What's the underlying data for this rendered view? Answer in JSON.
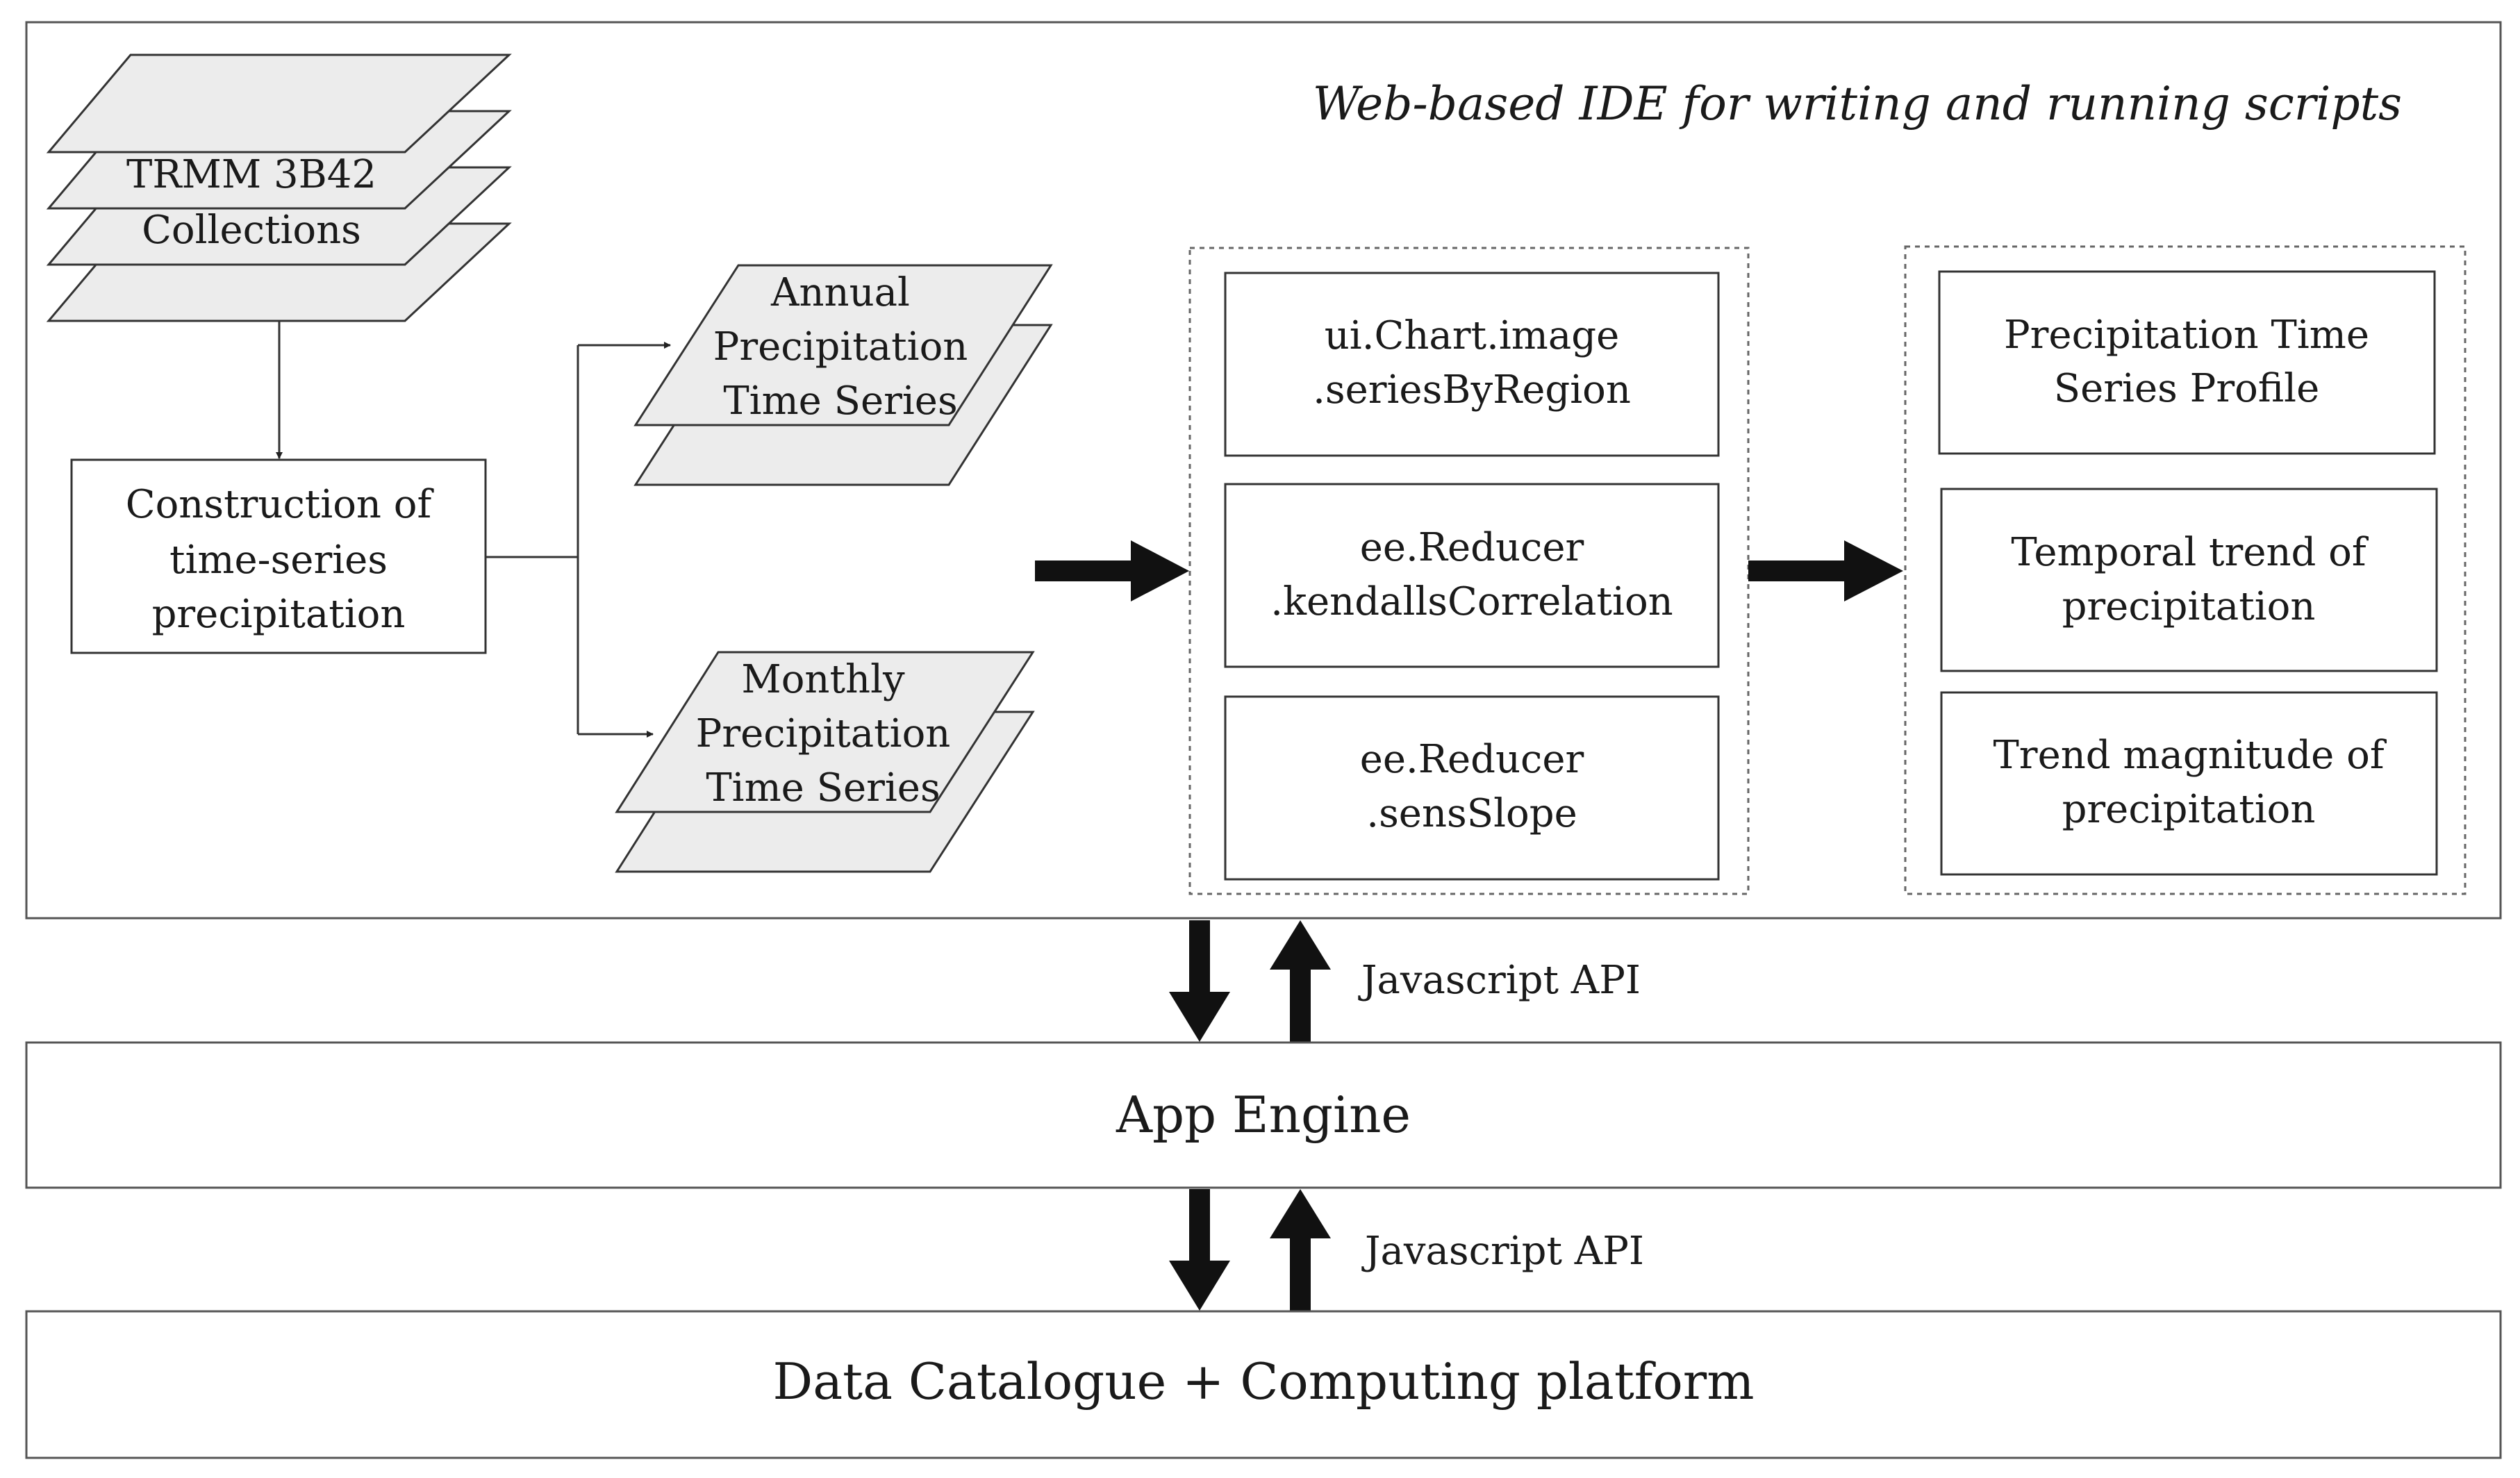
{
  "ide": {
    "title": "Web-based IDE for writing and running scripts"
  },
  "inputs": {
    "trmm": [
      "TRMM 3B42",
      "Collections"
    ],
    "construction": [
      "Construction of",
      "time-series",
      "precipitation"
    ],
    "annual": [
      "Annual",
      "Precipitation",
      "Time Series"
    ],
    "monthly": [
      "Monthly",
      "Precipitation",
      "Time Series"
    ]
  },
  "functions": {
    "f1": [
      "ui.Chart.image",
      ".seriesByRegion"
    ],
    "f2": [
      "ee.Reducer",
      ".kendallsCorrelation"
    ],
    "f3": [
      "ee.Reducer",
      ".sensSlope"
    ]
  },
  "outputs": {
    "o1": [
      "Precipitation Time",
      "Series Profile"
    ],
    "o2": [
      "Temporal trend of",
      "precipitation"
    ],
    "o3": [
      "Trend magnitude of",
      "precipitation"
    ]
  },
  "api": {
    "upper": "Javascript API",
    "lower": "Javascript API"
  },
  "layers": {
    "app_engine": "App Engine",
    "platform": "Data Catalogue + Computing platform"
  }
}
